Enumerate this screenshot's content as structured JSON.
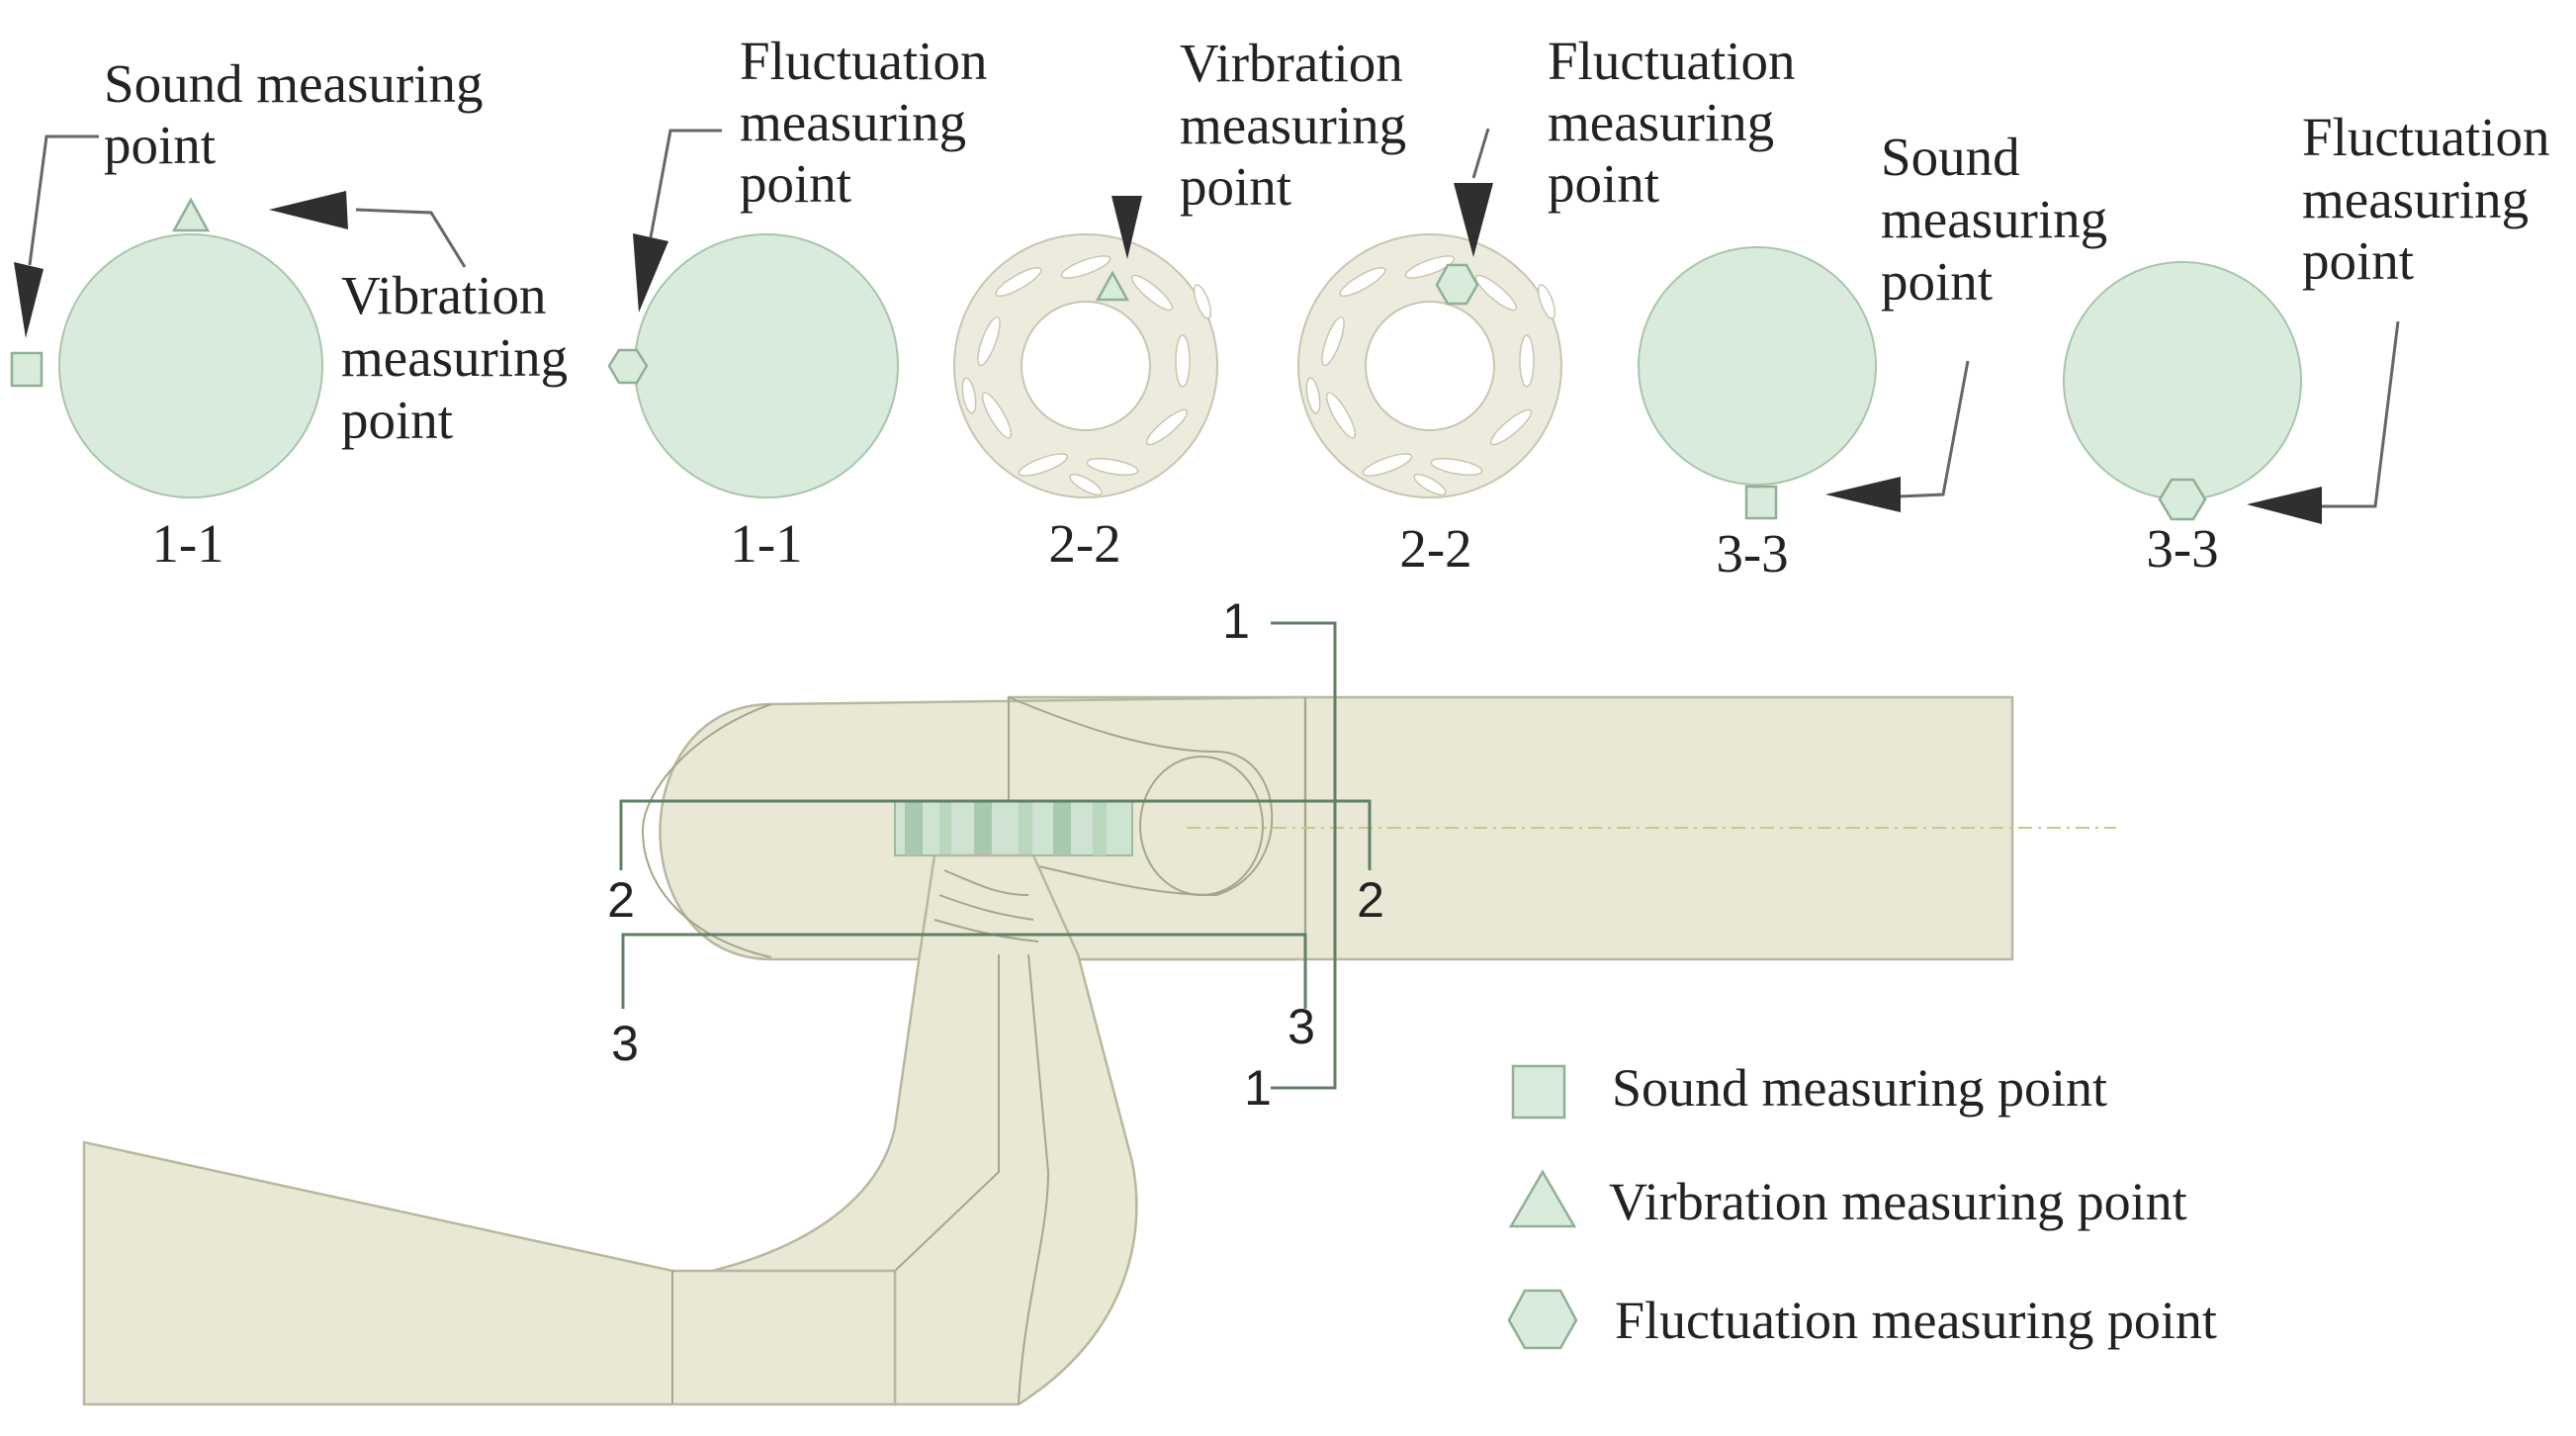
{
  "sections": {
    "s1a": {
      "label": "1-1",
      "callouts": [
        "Sound measuring point",
        "Vibration measuring point"
      ]
    },
    "s1b": {
      "label": "1-1",
      "callout": [
        "Fluctuation",
        "measuring",
        "point"
      ]
    },
    "s2a": {
      "label": "2-2",
      "callout": [
        "Virbration",
        "measuring",
        "point"
      ]
    },
    "s2b": {
      "label": "2-2",
      "callout": [
        "Fluctuation",
        "measuring",
        "point"
      ]
    },
    "s3a": {
      "label": "3-3",
      "callout": [
        "Sound",
        "measuring",
        "point"
      ]
    },
    "s3b": {
      "label": "3-3",
      "callout": [
        "Fluctuation",
        "measuring",
        "point"
      ]
    }
  },
  "callout_1a_sound": [
    "Sound measuring",
    "point"
  ],
  "callout_1a_vibration": [
    "Vibration",
    "measuring",
    "point"
  ],
  "section_markers": {
    "m1_top": "1",
    "m1_bottom": "1",
    "m2_left": "2",
    "m2_right": "2",
    "m3_left": "3",
    "m3_right": "3"
  },
  "legend": [
    {
      "symbol": "square-icon",
      "label": "Sound measuring point"
    },
    {
      "symbol": "triangle-icon",
      "label": "Virbration measuring point"
    },
    {
      "symbol": "hexagon-icon",
      "label": "Fluctuation measuring point"
    }
  ],
  "colors": {
    "marker_fill": "#d9ecdc",
    "body_fill": "#e8e8d5",
    "ring_fill": "#ecebdd",
    "arrow": "#2f2f2f"
  }
}
